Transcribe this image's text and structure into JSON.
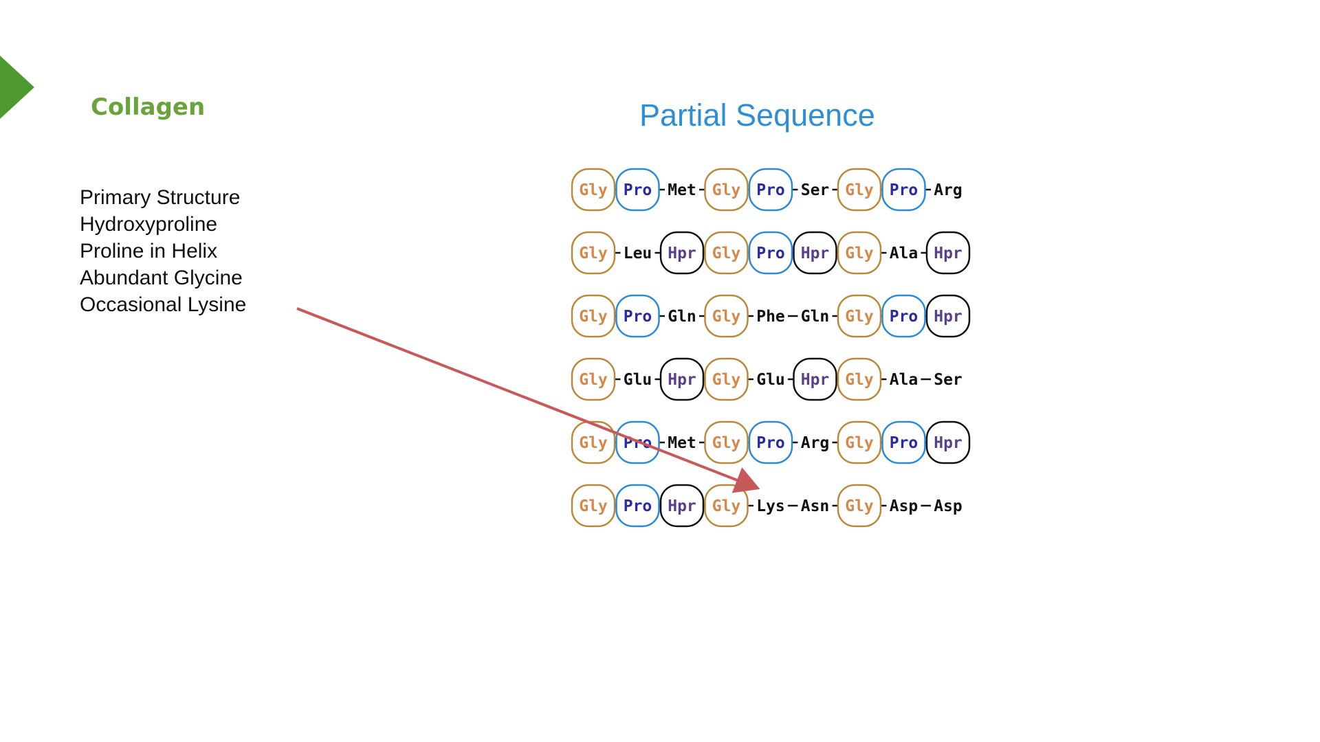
{
  "slide": {
    "title": "Collagen",
    "accent_color": "#4e9a2e",
    "title_color": "#6aa33c"
  },
  "bullets": [
    "Primary Structure",
    "Hydroxyproline",
    "Proline in Helix",
    "Abundant Glycine",
    "Occasional Lysine"
  ],
  "sequence": {
    "heading": "Partial Sequence",
    "heading_color": "#2f8ed8",
    "circle_colors": {
      "gly": "#b8893a",
      "pro": "#2a8ad8",
      "hpr": "#111111"
    },
    "text_colors": {
      "gly": "#d5884a",
      "pro": "#2a2aa6",
      "hpr": "#5a3f8c",
      "plain": "#111111"
    },
    "rows": [
      [
        "Gly",
        "Pro",
        "Met",
        "Gly",
        "Pro",
        "Ser",
        "Gly",
        "Pro",
        "Arg"
      ],
      [
        "Gly",
        "Leu",
        "Hpr",
        "Gly",
        "Pro",
        "Hpr",
        "Gly",
        "Ala",
        "Hpr"
      ],
      [
        "Gly",
        "Pro",
        "Gln",
        "Gly",
        "Phe",
        "Gln",
        "Gly",
        "Pro",
        "Hpr"
      ],
      [
        "Gly",
        "Glu",
        "Hpr",
        "Gly",
        "Glu",
        "Hpr",
        "Gly",
        "Ala",
        "Ser"
      ],
      [
        "Gly",
        "Pro",
        "Met",
        "Gly",
        "Pro",
        "Arg",
        "Gly",
        "Pro",
        "Hpr"
      ],
      [
        "Gly",
        "Pro",
        "Hpr",
        "Gly",
        "Lys",
        "Asn",
        "Gly",
        "Asp",
        "Asp"
      ]
    ],
    "circles": [
      [
        "gly",
        "pro",
        null,
        "gly",
        "pro",
        null,
        "gly",
        "pro",
        null
      ],
      [
        "gly",
        null,
        "hpr",
        "gly",
        "pro",
        "hpr",
        "gly",
        null,
        "hpr"
      ],
      [
        "gly",
        "pro",
        null,
        "gly",
        null,
        null,
        "gly",
        "pro",
        "hpr"
      ],
      [
        "gly",
        null,
        "hpr",
        "gly",
        null,
        "hpr",
        "gly",
        null,
        null
      ],
      [
        "gly",
        "pro",
        null,
        "gly",
        "pro",
        null,
        "gly",
        "pro",
        "hpr"
      ],
      [
        "gly",
        "pro",
        "hpr",
        "gly",
        null,
        null,
        "gly",
        null,
        null
      ]
    ]
  },
  "arrow": {
    "color": "#c8595a",
    "label": "points to Lys"
  }
}
